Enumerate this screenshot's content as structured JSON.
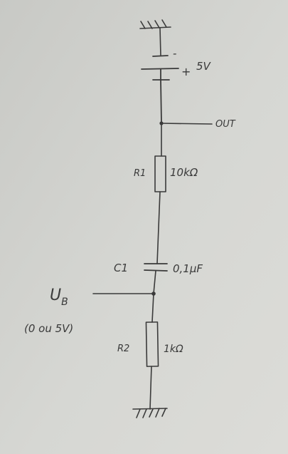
{
  "battery": {
    "minus": "-",
    "plus": "+",
    "voltage": "5V"
  },
  "output": {
    "label": "OUT"
  },
  "r1": {
    "name": "R1",
    "value": "10kΩ"
  },
  "c1": {
    "name": "C1",
    "value": "0,1µF"
  },
  "input": {
    "label_main": "U",
    "label_sub": "B",
    "range": "(0 ou 5V)"
  },
  "r2": {
    "name": "R2",
    "value": "1kΩ"
  }
}
